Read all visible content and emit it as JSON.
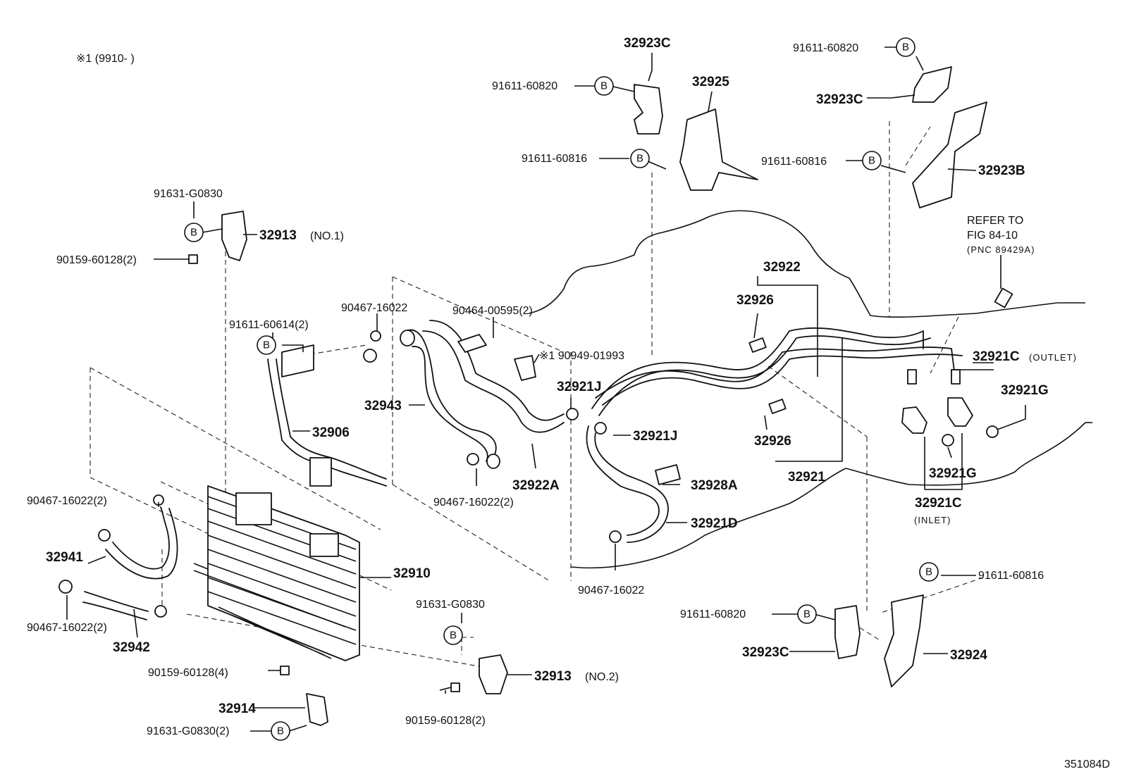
{
  "diagram": {
    "note": "※1 (9910-        )",
    "figure_id": "351084D",
    "bolt_marker": "B",
    "labels": {
      "p_91631_G0830_a": "91631-G0830",
      "p_32913_no1": "32913",
      "p_no1": "(NO.1)",
      "p_90159_60128_2a": "90159-60128(2)",
      "p_91611_60614_2": "91611-60614(2)",
      "p_32906": "32906",
      "p_90467_16022_a": "90467-16022",
      "p_90464_00595_2": "90464-00595(2)",
      "p_90949_01993": "※1 90949-01993",
      "p_32943": "32943",
      "p_32921J_a": "32921J",
      "p_32921J_b": "32921J",
      "p_32922A": "32922A",
      "p_90467_16022_2b": "90467-16022(2)",
      "p_32928A": "32928A",
      "p_32921D": "32921D",
      "p_90467_16022_c": "90467-16022",
      "p_32923C_top": "32923C",
      "p_32925": "32925",
      "p_91611_60820_a": "91611-60820",
      "p_91611_60816_a": "91611-60816",
      "p_91611_60820_b": "91611-60820",
      "p_32923C_r": "32923C",
      "p_91611_60816_b": "91611-60816",
      "p_32923B": "32923B",
      "p_refer1": "REFER TO",
      "p_refer2": "FIG 84-10",
      "p_refer3": "(PNC 89429A)",
      "p_32922": "32922",
      "p_32926_a": "32926",
      "p_32926_b": "32926",
      "p_32921": "32921",
      "p_32921C_out": "32921C",
      "p_outlet": "(OUTLET)",
      "p_32921G_a": "32921G",
      "p_32921G_b": "32921G",
      "p_32921C_in": "32921C",
      "p_inlet": "(INLET)",
      "p_90467_16022_2a": "90467-16022(2)",
      "p_32941": "32941",
      "p_90467_16022_2c": "90467-16022(2)",
      "p_32942": "32942",
      "p_32910": "32910",
      "p_91631_G0830_b": "91631-G0830",
      "p_32913_no2": "32913",
      "p_no2": "(NO.2)",
      "p_90159_60128_4": "90159-60128(4)",
      "p_90159_60128_2b": "90159-60128(2)",
      "p_32914": "32914",
      "p_91631_G0830_2": "91631-G0830(2)",
      "p_91611_60816_c": "91611-60816",
      "p_91611_60820_c": "91611-60820",
      "p_32923C_b": "32923C",
      "p_32924": "32924"
    }
  }
}
